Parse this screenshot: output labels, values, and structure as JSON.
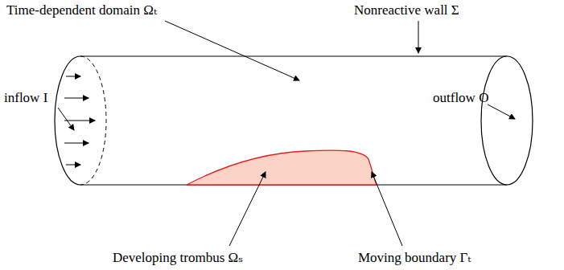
{
  "diagram": {
    "labels": [
      "Time-dependent domain Ωₜ",
      "Nonreactive wall Σ",
      "inflow I",
      "outflow O",
      "Developing trombus Ωₛ",
      "Moving boundary Γₜ"
    ]
  }
}
